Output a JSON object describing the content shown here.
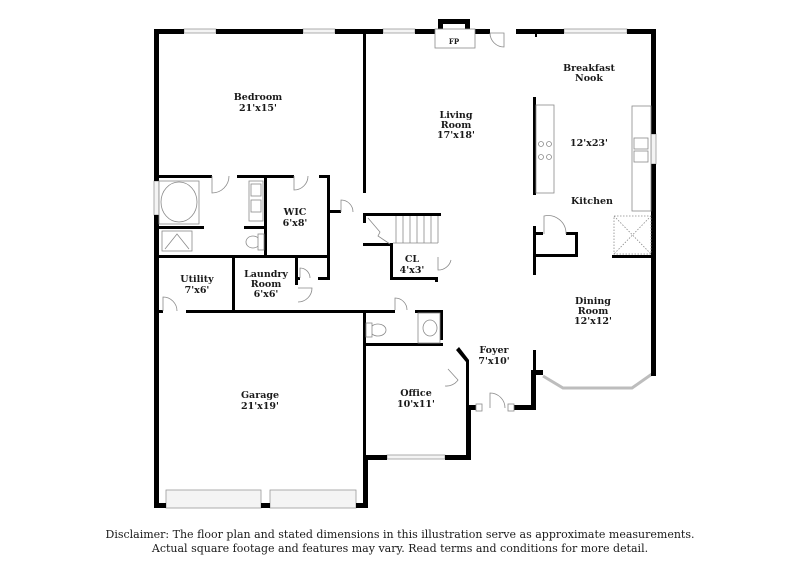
{
  "rooms": {
    "bedroom": {
      "name": "Bedroom",
      "dims": "21'x15'"
    },
    "wic": {
      "name": "WIC",
      "dims": "6'x8'"
    },
    "utility": {
      "name": "Utility",
      "dims": "7'x6'"
    },
    "laundry": {
      "name": "Laundry",
      "name2": "Room",
      "dims": "6'x6'"
    },
    "garage": {
      "name": "Garage",
      "dims": "21'x19'"
    },
    "living": {
      "name": "Living",
      "name2": "Room",
      "dims": "17'x18'"
    },
    "fireplace": {
      "name": "FP"
    },
    "breakfast": {
      "name": "Breakfast",
      "name2": "Nook"
    },
    "kitchen": {
      "name": "Kitchen",
      "dims": "12'x23'"
    },
    "closet": {
      "name": "CL",
      "dims": "4'x3'"
    },
    "dining": {
      "name": "Dining",
      "name2": "Room",
      "dims": "12'x12'"
    },
    "foyer": {
      "name": "Foyer",
      "dims": "7'x10'"
    },
    "office": {
      "name": "Office",
      "dims": "10'x11'"
    }
  },
  "disclaimer": {
    "line1": "Disclaimer: The floor plan and stated dimensions in this illustration serve as approximate measurements.",
    "line2": "Actual square footage and features may vary. Read terms and conditions for more detail."
  },
  "colors": {
    "wall": "#000000",
    "fixture": "#8a8a8a",
    "background": "#ffffff"
  }
}
